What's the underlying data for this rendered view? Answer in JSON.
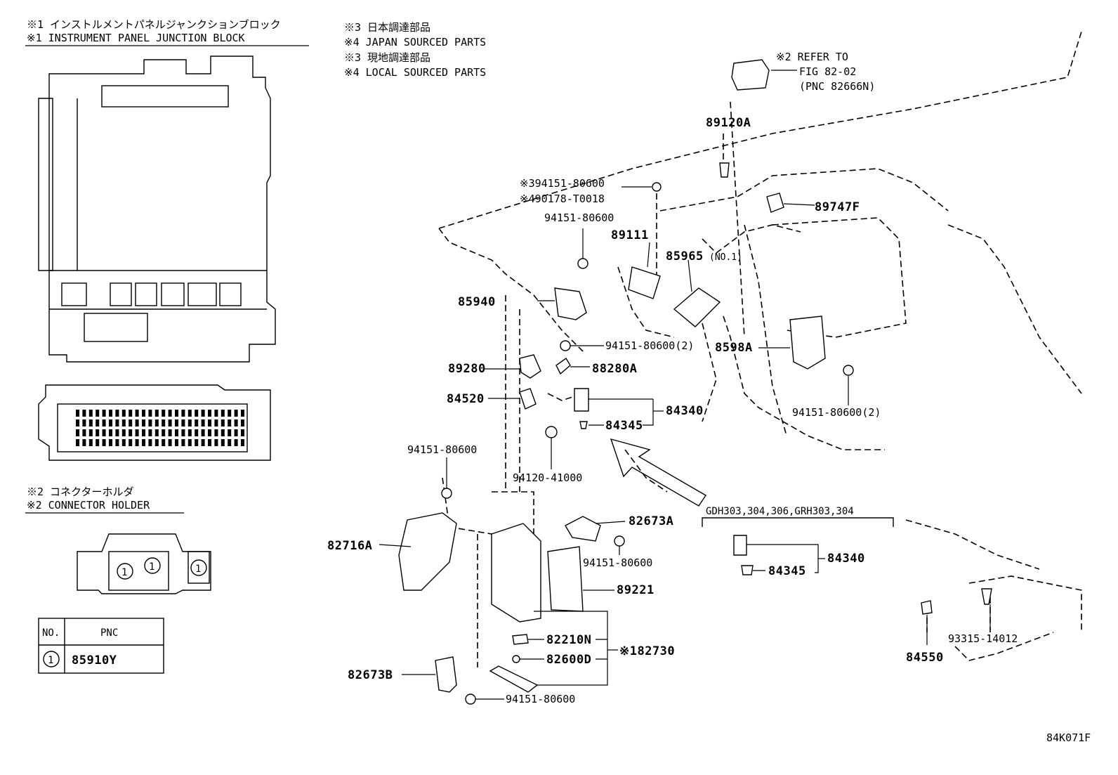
{
  "notes": {
    "jb_jp": "※1 インストルメントパネルジャンクションブロック",
    "jb_en": "※1 INSTRUMENT PANEL JUNCTION BLOCK",
    "n3_jp": "※3 日本調達部品",
    "n4_en": "※4 JAPAN SOURCED PARTS",
    "n3b_jp": "※3 現地調達部品",
    "n4b_en": "※4 LOCAL SOURCED PARTS",
    "ch_jp": "※2 コネクターホルダ",
    "ch_en": "※2 CONNECTOR HOLDER",
    "refer_1": "※2 REFER TO",
    "refer_2": "FIG 82-02",
    "refer_3": "(PNC 82666N)",
    "variant": "GDH303,304,306,GRH303,304",
    "figure_id": "84K071F"
  },
  "table": {
    "header_no": "NO.",
    "header_pnc": "PNC",
    "row_no": "1",
    "row_pnc": "85910Y"
  },
  "holder_markers": [
    "1",
    "1",
    "1"
  ],
  "parts": {
    "p89120A": "89120A",
    "p94151_80600_top_a": "※394151-80600",
    "p90178": "※490178-T0018",
    "p89747F": "89747F",
    "p94151_80600_b": "94151-80600",
    "p89111": "89111",
    "p85965": "85965",
    "p85965_no": "(NO.1)",
    "p85940": "85940",
    "p94151_80600_2a": "94151-80600(2)",
    "p8598A": "8598A",
    "p89280": "89280",
    "p88280A": "88280A",
    "p84520": "84520",
    "p84340_a": "84340",
    "p84345_a": "84345",
    "p94151_80600_2b": "94151-80600(2)",
    "p94151_80600_c": "94151-80600",
    "p94120": "94120-41000",
    "p82673A": "82673A",
    "p82716A": "82716A",
    "p94151_80600_d": "94151-80600",
    "p84340_b": "84340",
    "p84345_b": "84345",
    "p89221": "89221",
    "p82210N": "82210N",
    "p82730": "※182730",
    "p82600D": "82600D",
    "p82673B": "82673B",
    "p94151_80600_e": "94151-80600",
    "p93315": "93315-14012",
    "p84550": "84550"
  }
}
